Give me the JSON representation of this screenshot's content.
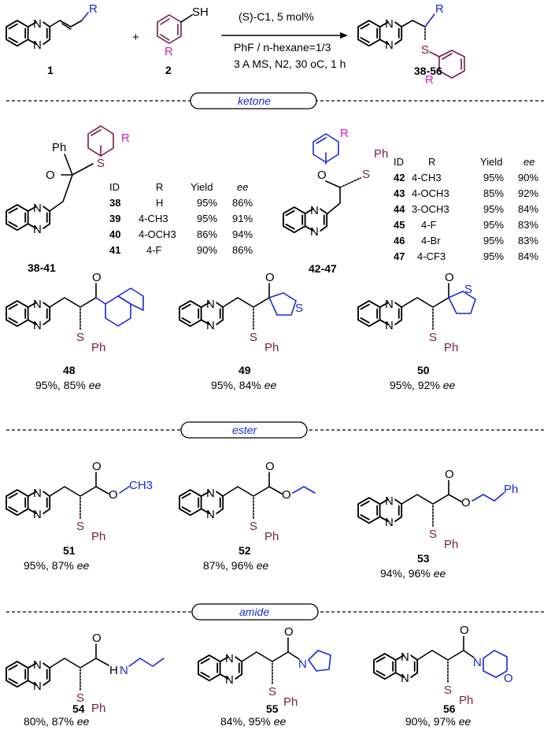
{
  "reaction": {
    "reactant1_label": "1",
    "reactant2_label": "2",
    "plus": "+",
    "cond_catalyst": "(S)-C1, 5 mol%",
    "cond_solvent": "PhF / n-hexane=1/3",
    "cond_misc": "3 A MS, N2, 30 oC, 1 h",
    "product_label": "38-56"
  },
  "sections": {
    "ketone": "ketone",
    "ester": "ester",
    "amide": "amide"
  },
  "table_38_41": {
    "label": "38-41",
    "headers": [
      "ID",
      "R",
      "Yield",
      "ee"
    ],
    "rows": [
      [
        "38",
        "H",
        "95%",
        "86%"
      ],
      [
        "39",
        "4-CH3",
        "95%",
        "91%"
      ],
      [
        "40",
        "4-OCH3",
        "86%",
        "94%"
      ],
      [
        "41",
        "4-F",
        "90%",
        "86%"
      ]
    ]
  },
  "table_42_47": {
    "label": "42-47",
    "headers": [
      "ID",
      "R",
      "Yield",
      "ee"
    ],
    "rows": [
      [
        "42",
        "4-CH3",
        "95%",
        "90%"
      ],
      [
        "43",
        "4-OCH3",
        "85%",
        "92%"
      ],
      [
        "44",
        "3-OCH3",
        "95%",
        "84%"
      ],
      [
        "45",
        "4-F",
        "95%",
        "83%"
      ],
      [
        "46",
        "4-Br",
        "95%",
        "83%"
      ],
      [
        "47",
        "4-CF3",
        "95%",
        "84%"
      ]
    ]
  },
  "compounds": {
    "c48": {
      "id": "48",
      "yield": "95%, 85% ee"
    },
    "c49": {
      "id": "49",
      "yield": "95%, 84% ee"
    },
    "c50": {
      "id": "50",
      "yield": "95%, 92% ee"
    },
    "c51": {
      "id": "51",
      "yield": "95%, 87% ee"
    },
    "c52": {
      "id": "52",
      "yield": "87%, 96% ee"
    },
    "c53": {
      "id": "53",
      "yield": "94%, 96% ee"
    },
    "c54": {
      "id": "54",
      "yield": "80%, 87% ee"
    },
    "c55": {
      "id": "55",
      "yield": "84%, 95% ee"
    },
    "c56": {
      "id": "56",
      "yield": "90%, 97% ee"
    }
  },
  "atoms": {
    "N": "N",
    "O": "O",
    "S": "S",
    "SH": "SH",
    "R": "R",
    "Ph": "Ph",
    "H": "H",
    "CH3": "CH3"
  },
  "colors": {
    "sulfur": "#7a1a4a",
    "aryl_R": "#d81bb8",
    "variable_group": "#1a2ad6",
    "ee_text": "italic"
  }
}
